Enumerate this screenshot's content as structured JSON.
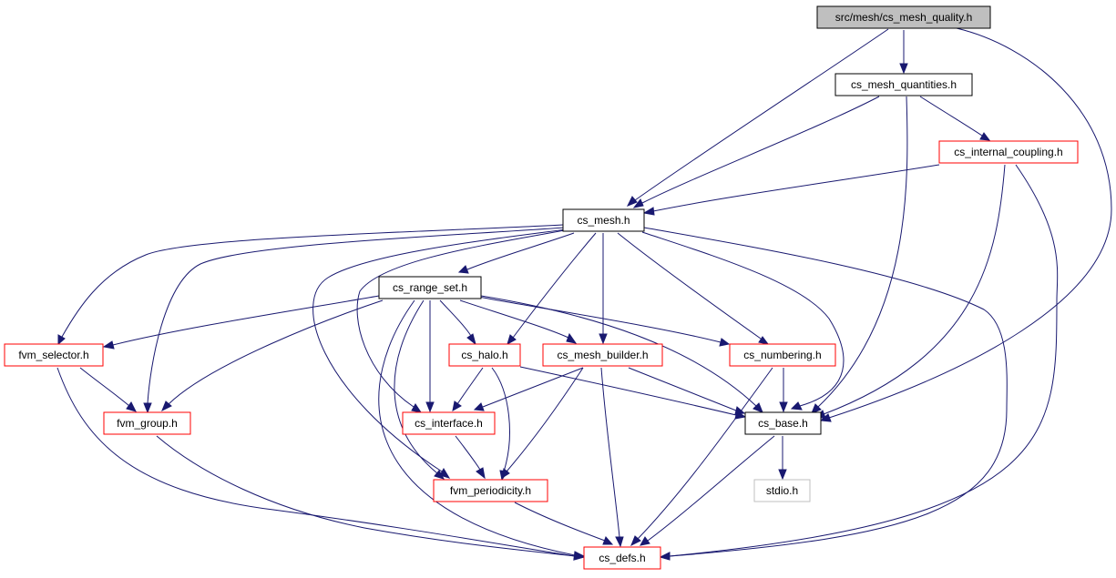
{
  "graph": {
    "title": "src/mesh/cs_mesh_quality.h",
    "colors": {
      "edge": "#191970",
      "root_fill": "#bfbfbf",
      "root_border": "#000000",
      "documented_border": "#000000",
      "truncated_border": "#ff0000",
      "external_border": "#bfbfbf",
      "node_fill": "#ffffff"
    },
    "nodes": [
      {
        "id": "root",
        "label": "src/mesh/cs_mesh_quality.h",
        "kind": "root"
      },
      {
        "id": "mesh_quantities",
        "label": "cs_mesh_quantities.h",
        "kind": "documented"
      },
      {
        "id": "internal_coupling",
        "label": "cs_internal_coupling.h",
        "kind": "truncated"
      },
      {
        "id": "mesh",
        "label": "cs_mesh.h",
        "kind": "documented"
      },
      {
        "id": "range_set",
        "label": "cs_range_set.h",
        "kind": "documented"
      },
      {
        "id": "fvm_selector",
        "label": "fvm_selector.h",
        "kind": "truncated"
      },
      {
        "id": "halo",
        "label": "cs_halo.h",
        "kind": "truncated"
      },
      {
        "id": "mesh_builder",
        "label": "cs_mesh_builder.h",
        "kind": "truncated"
      },
      {
        "id": "numbering",
        "label": "cs_numbering.h",
        "kind": "truncated"
      },
      {
        "id": "fvm_group",
        "label": "fvm_group.h",
        "kind": "truncated"
      },
      {
        "id": "interface",
        "label": "cs_interface.h",
        "kind": "truncated"
      },
      {
        "id": "base",
        "label": "cs_base.h",
        "kind": "documented"
      },
      {
        "id": "fvm_periodicity",
        "label": "fvm_periodicity.h",
        "kind": "truncated"
      },
      {
        "id": "stdio",
        "label": "stdio.h",
        "kind": "external"
      },
      {
        "id": "defs",
        "label": "cs_defs.h",
        "kind": "truncated"
      }
    ],
    "edges": [
      {
        "from": "root",
        "to": "mesh_quantities"
      },
      {
        "from": "root",
        "to": "mesh"
      },
      {
        "from": "root",
        "to": "base"
      },
      {
        "from": "mesh_quantities",
        "to": "mesh"
      },
      {
        "from": "mesh_quantities",
        "to": "internal_coupling"
      },
      {
        "from": "mesh_quantities",
        "to": "base"
      },
      {
        "from": "internal_coupling",
        "to": "mesh"
      },
      {
        "from": "internal_coupling",
        "to": "base"
      },
      {
        "from": "internal_coupling",
        "to": "defs"
      },
      {
        "from": "mesh",
        "to": "range_set"
      },
      {
        "from": "mesh",
        "to": "fvm_selector"
      },
      {
        "from": "mesh",
        "to": "fvm_group"
      },
      {
        "from": "mesh",
        "to": "fvm_periodicity"
      },
      {
        "from": "mesh",
        "to": "interface"
      },
      {
        "from": "mesh",
        "to": "halo"
      },
      {
        "from": "mesh",
        "to": "mesh_builder"
      },
      {
        "from": "mesh",
        "to": "numbering"
      },
      {
        "from": "mesh",
        "to": "base"
      },
      {
        "from": "mesh",
        "to": "defs"
      },
      {
        "from": "range_set",
        "to": "fvm_selector"
      },
      {
        "from": "range_set",
        "to": "fvm_group"
      },
      {
        "from": "range_set",
        "to": "halo"
      },
      {
        "from": "range_set",
        "to": "mesh_builder"
      },
      {
        "from": "range_set",
        "to": "numbering"
      },
      {
        "from": "range_set",
        "to": "interface"
      },
      {
        "from": "range_set",
        "to": "fvm_periodicity"
      },
      {
        "from": "range_set",
        "to": "defs"
      },
      {
        "from": "range_set",
        "to": "base"
      },
      {
        "from": "fvm_selector",
        "to": "fvm_group"
      },
      {
        "from": "fvm_selector",
        "to": "defs"
      },
      {
        "from": "halo",
        "to": "interface"
      },
      {
        "from": "halo",
        "to": "fvm_periodicity"
      },
      {
        "from": "halo",
        "to": "base"
      },
      {
        "from": "mesh_builder",
        "to": "interface"
      },
      {
        "from": "mesh_builder",
        "to": "fvm_periodicity"
      },
      {
        "from": "mesh_builder",
        "to": "base"
      },
      {
        "from": "mesh_builder",
        "to": "defs"
      },
      {
        "from": "numbering",
        "to": "base"
      },
      {
        "from": "numbering",
        "to": "defs"
      },
      {
        "from": "fvm_group",
        "to": "defs"
      },
      {
        "from": "interface",
        "to": "fvm_periodicity"
      },
      {
        "from": "base",
        "to": "stdio"
      },
      {
        "from": "base",
        "to": "defs"
      },
      {
        "from": "fvm_periodicity",
        "to": "defs"
      }
    ]
  }
}
